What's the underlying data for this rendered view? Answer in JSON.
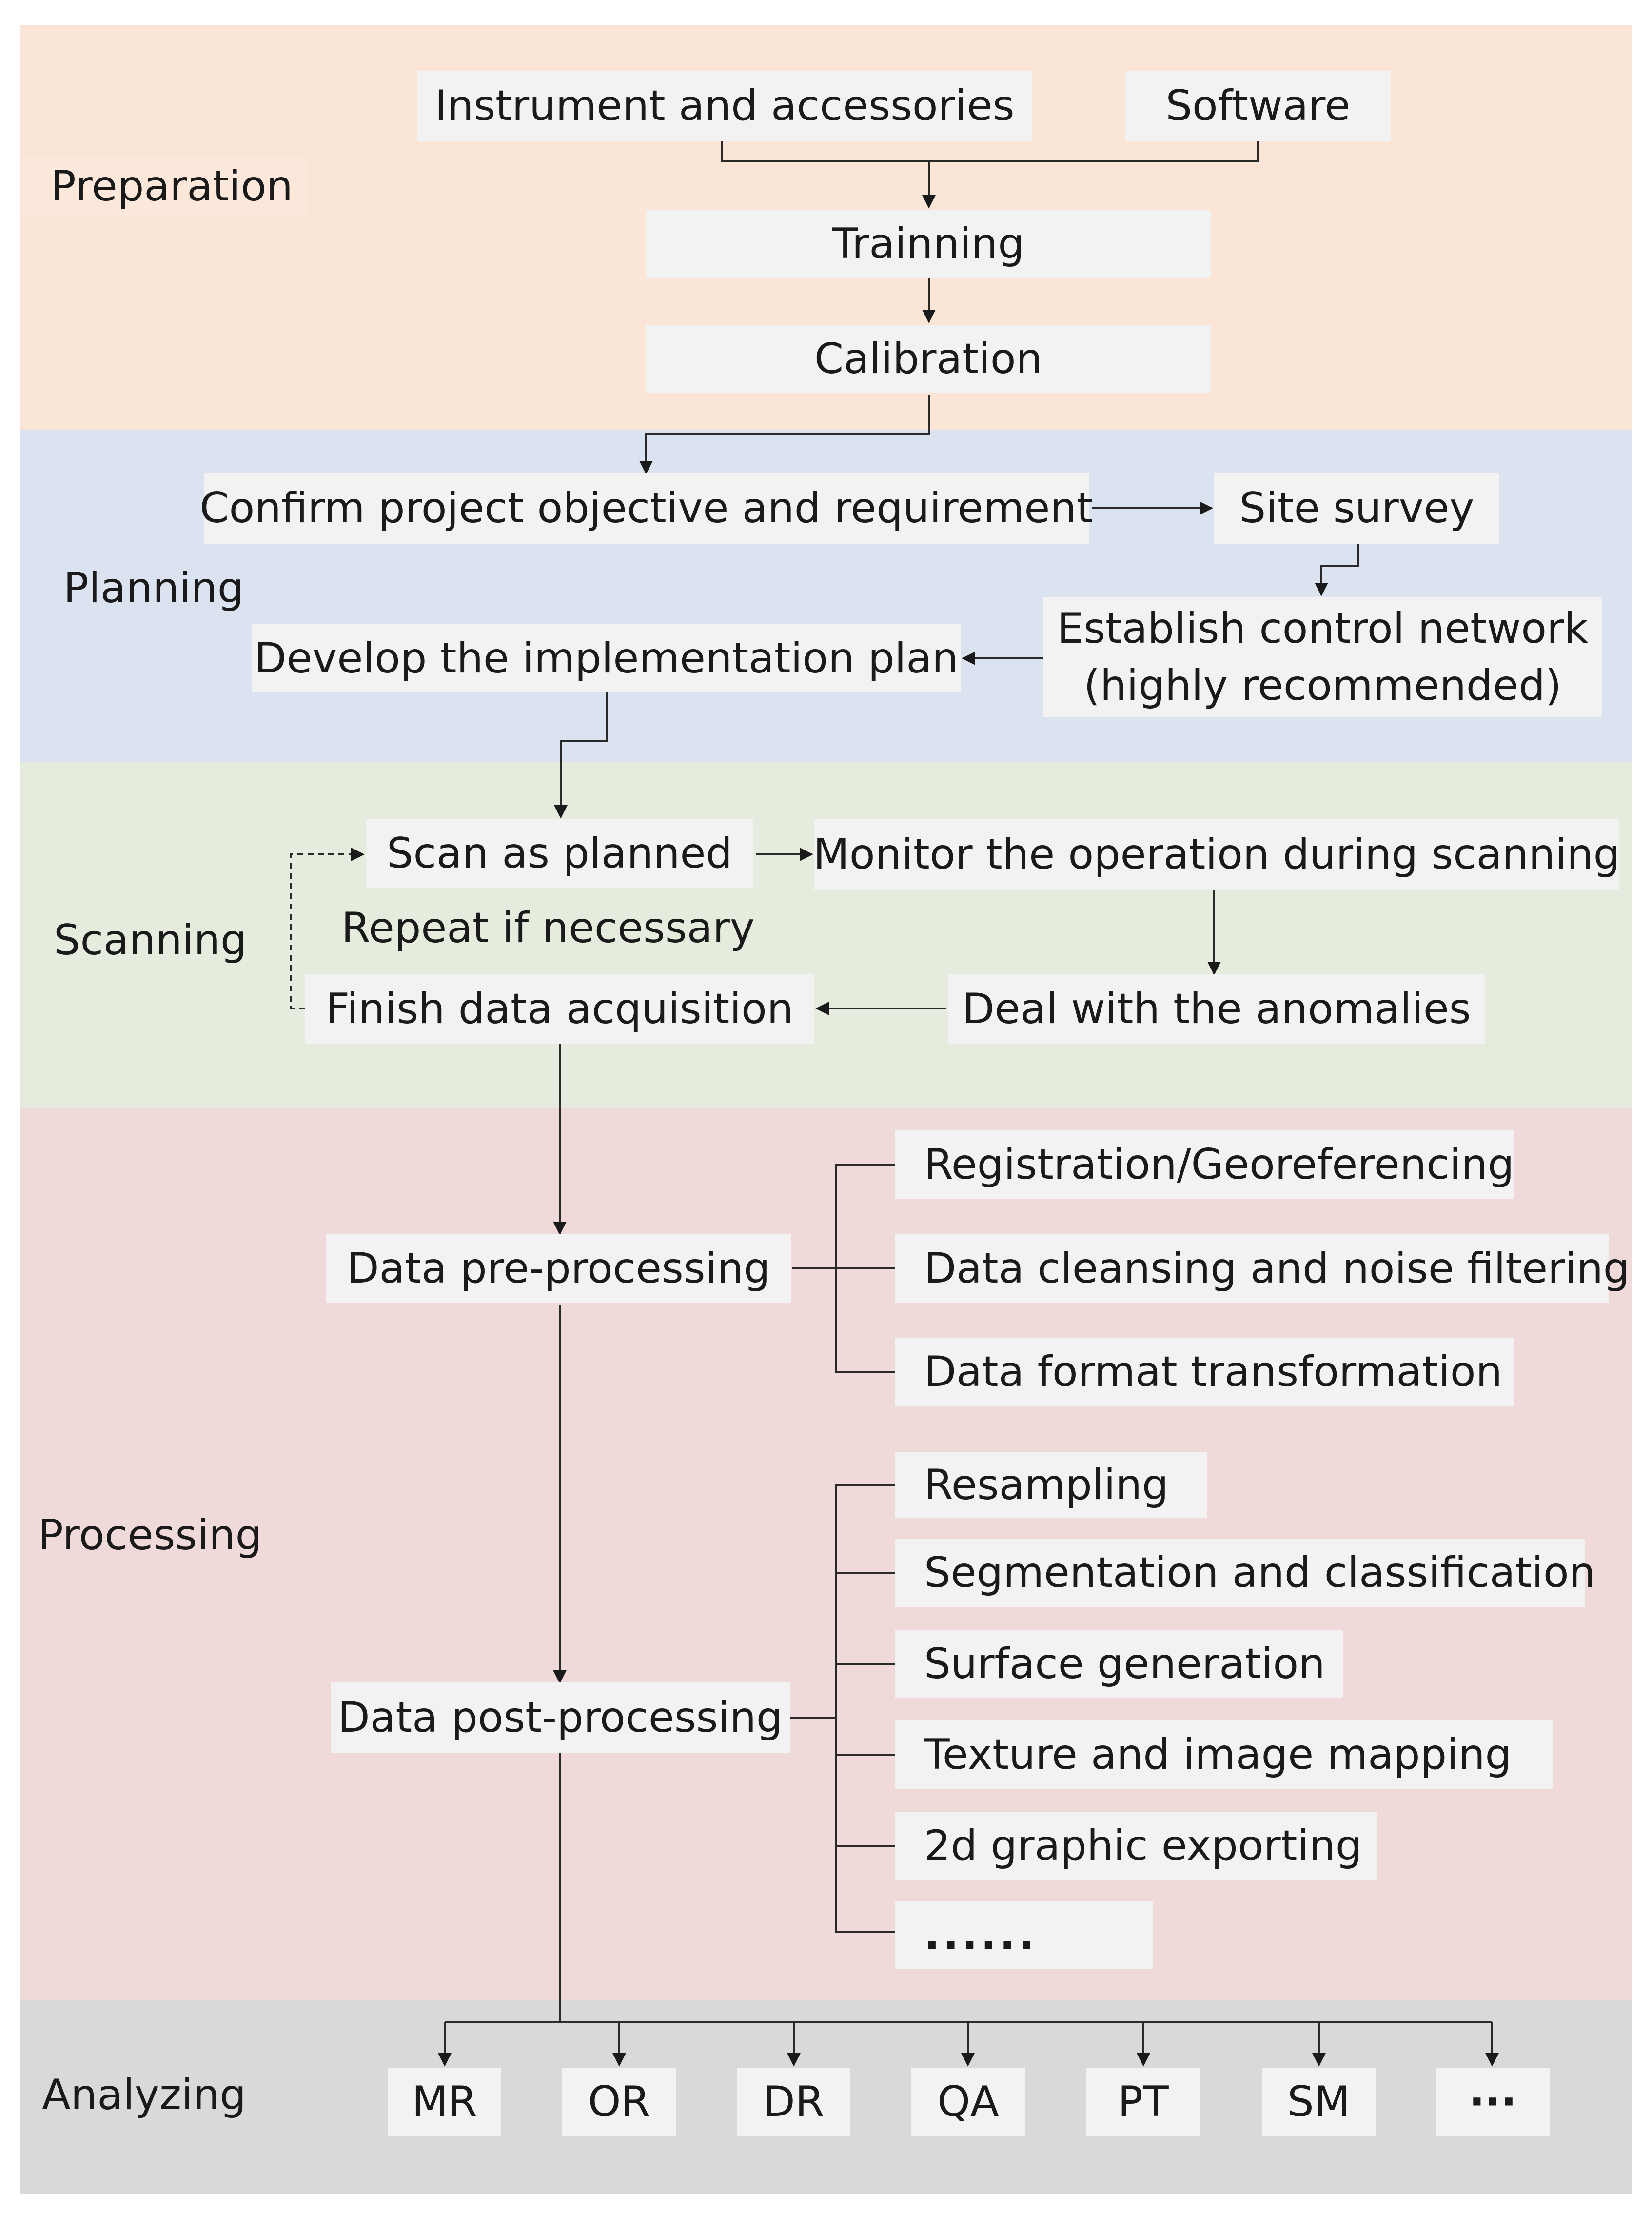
{
  "stages": {
    "preparation": "Preparation",
    "planning": "Planning",
    "scanning": "Scanning",
    "processing": "Processing",
    "analyzing": "Analyzing"
  },
  "preparation": {
    "instrument": "Instrument and accessories",
    "software": "Software",
    "training": "Trainning",
    "calibration": "Calibration"
  },
  "planning": {
    "objective": "Confirm project objective and requirement",
    "site_survey": "Site survey",
    "control_network_line1": "Establish control network",
    "control_network_line2": "(highly recommended)",
    "implementation_plan": "Develop the implementation plan"
  },
  "scanning": {
    "scan_as_planned": "Scan as planned",
    "monitor": "Monitor the operation during scanning",
    "repeat": "Repeat if necessary",
    "finish": "Finish data acquisition",
    "anomalies": "Deal with the anomalies"
  },
  "processing": {
    "pre_processing": "Data pre-processing",
    "pre_steps": [
      "Registration/Georeferencing",
      "Data cleansing and noise filtering",
      "Data format transformation"
    ],
    "post_processing": "Data post-processing",
    "post_steps": [
      "Resampling",
      "Segmentation and classification",
      "Surface generation",
      "Texture and image mapping",
      "2d graphic exporting",
      "......"
    ]
  },
  "analyzing": {
    "outputs": [
      "MR",
      "OR",
      "DR",
      "QA",
      "PT",
      "SM",
      "···"
    ]
  }
}
